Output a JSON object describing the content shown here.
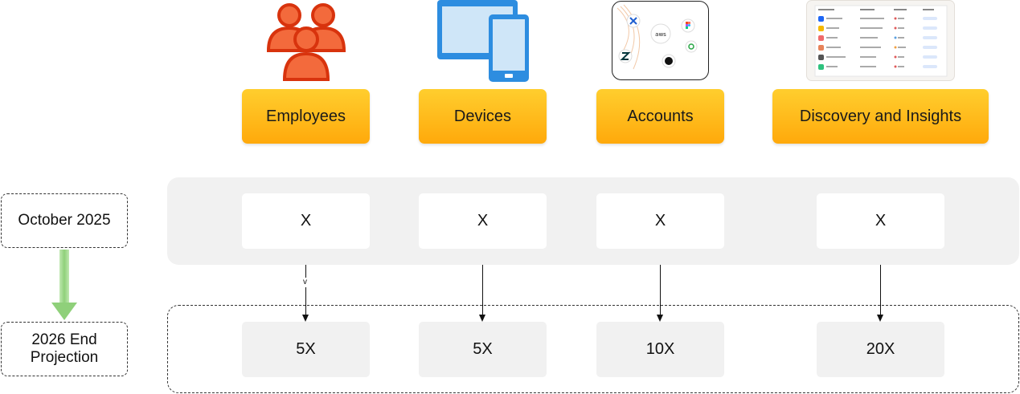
{
  "categories": [
    {
      "label": "Employees",
      "icon": "people-group-icon"
    },
    {
      "label": "Devices",
      "icon": "tablet-phone-icon"
    },
    {
      "label": "Accounts",
      "icon": "app-logos-icon"
    },
    {
      "label": "Discovery and Insights",
      "icon": "app-table-screenshot-icon"
    }
  ],
  "rows": {
    "current": {
      "label": "October 2025",
      "values": [
        "X",
        "X",
        "X",
        "X"
      ]
    },
    "projection": {
      "label": "2026 End Projection",
      "values": [
        "5X",
        "5X",
        "10X",
        "20X"
      ]
    }
  },
  "connector_mark": "v",
  "colors": {
    "button_top": "#ffce2e",
    "button_bottom": "#ffa90b",
    "people_icon": "#e04016",
    "device_icon": "#2d8de0",
    "progress_arrow": "#8fd07a"
  }
}
